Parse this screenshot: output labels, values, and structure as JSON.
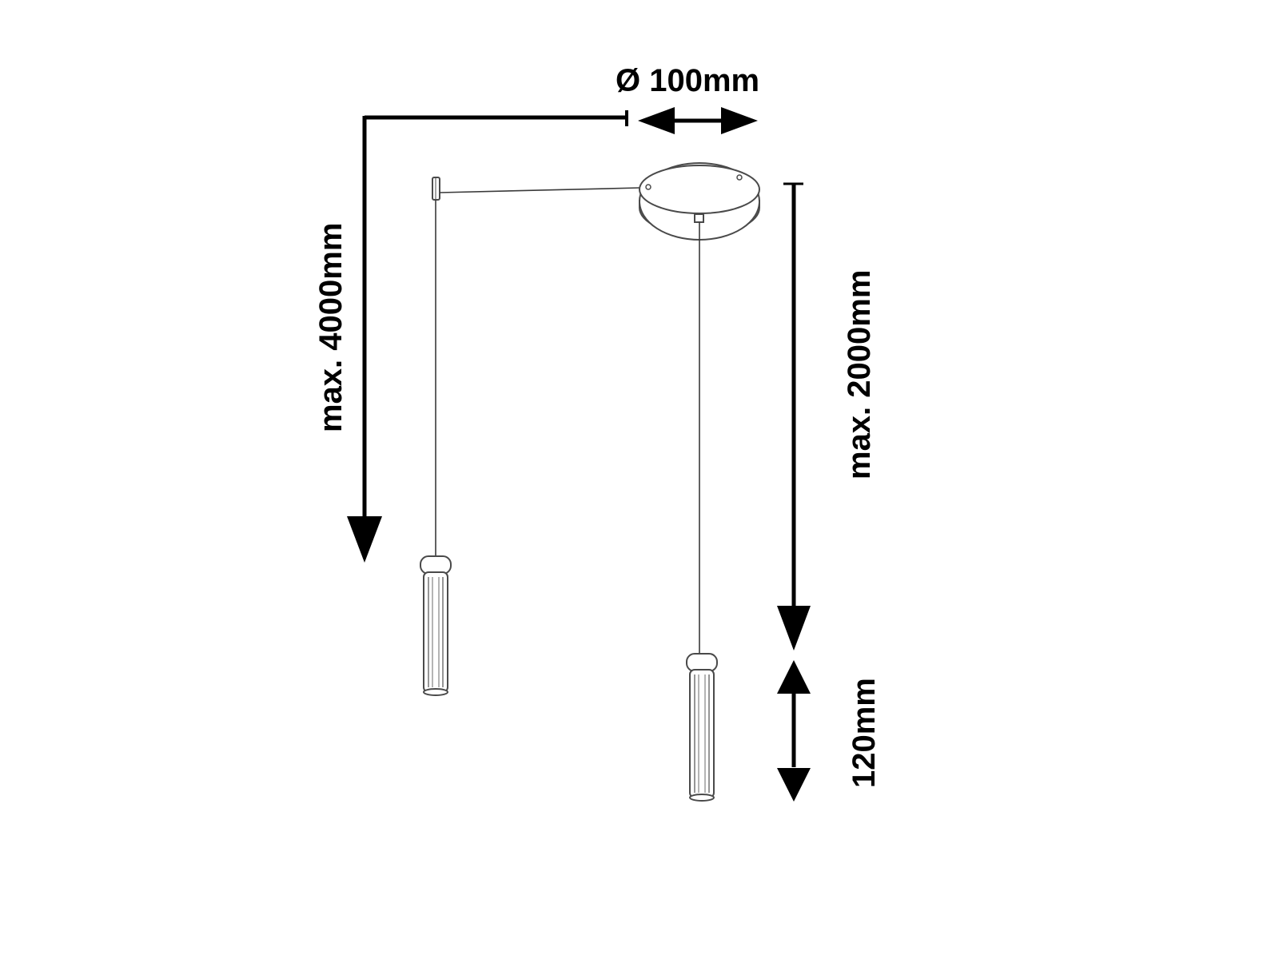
{
  "dimensions": {
    "diameter_label": "Ø 100mm",
    "max_total_label": "max. 4000mm",
    "max_cable_label": "max. 2000mm",
    "shade_height_label": "120mm"
  },
  "colors": {
    "line": "#000000",
    "outline": "#4a4a4a",
    "background": "#ffffff"
  }
}
